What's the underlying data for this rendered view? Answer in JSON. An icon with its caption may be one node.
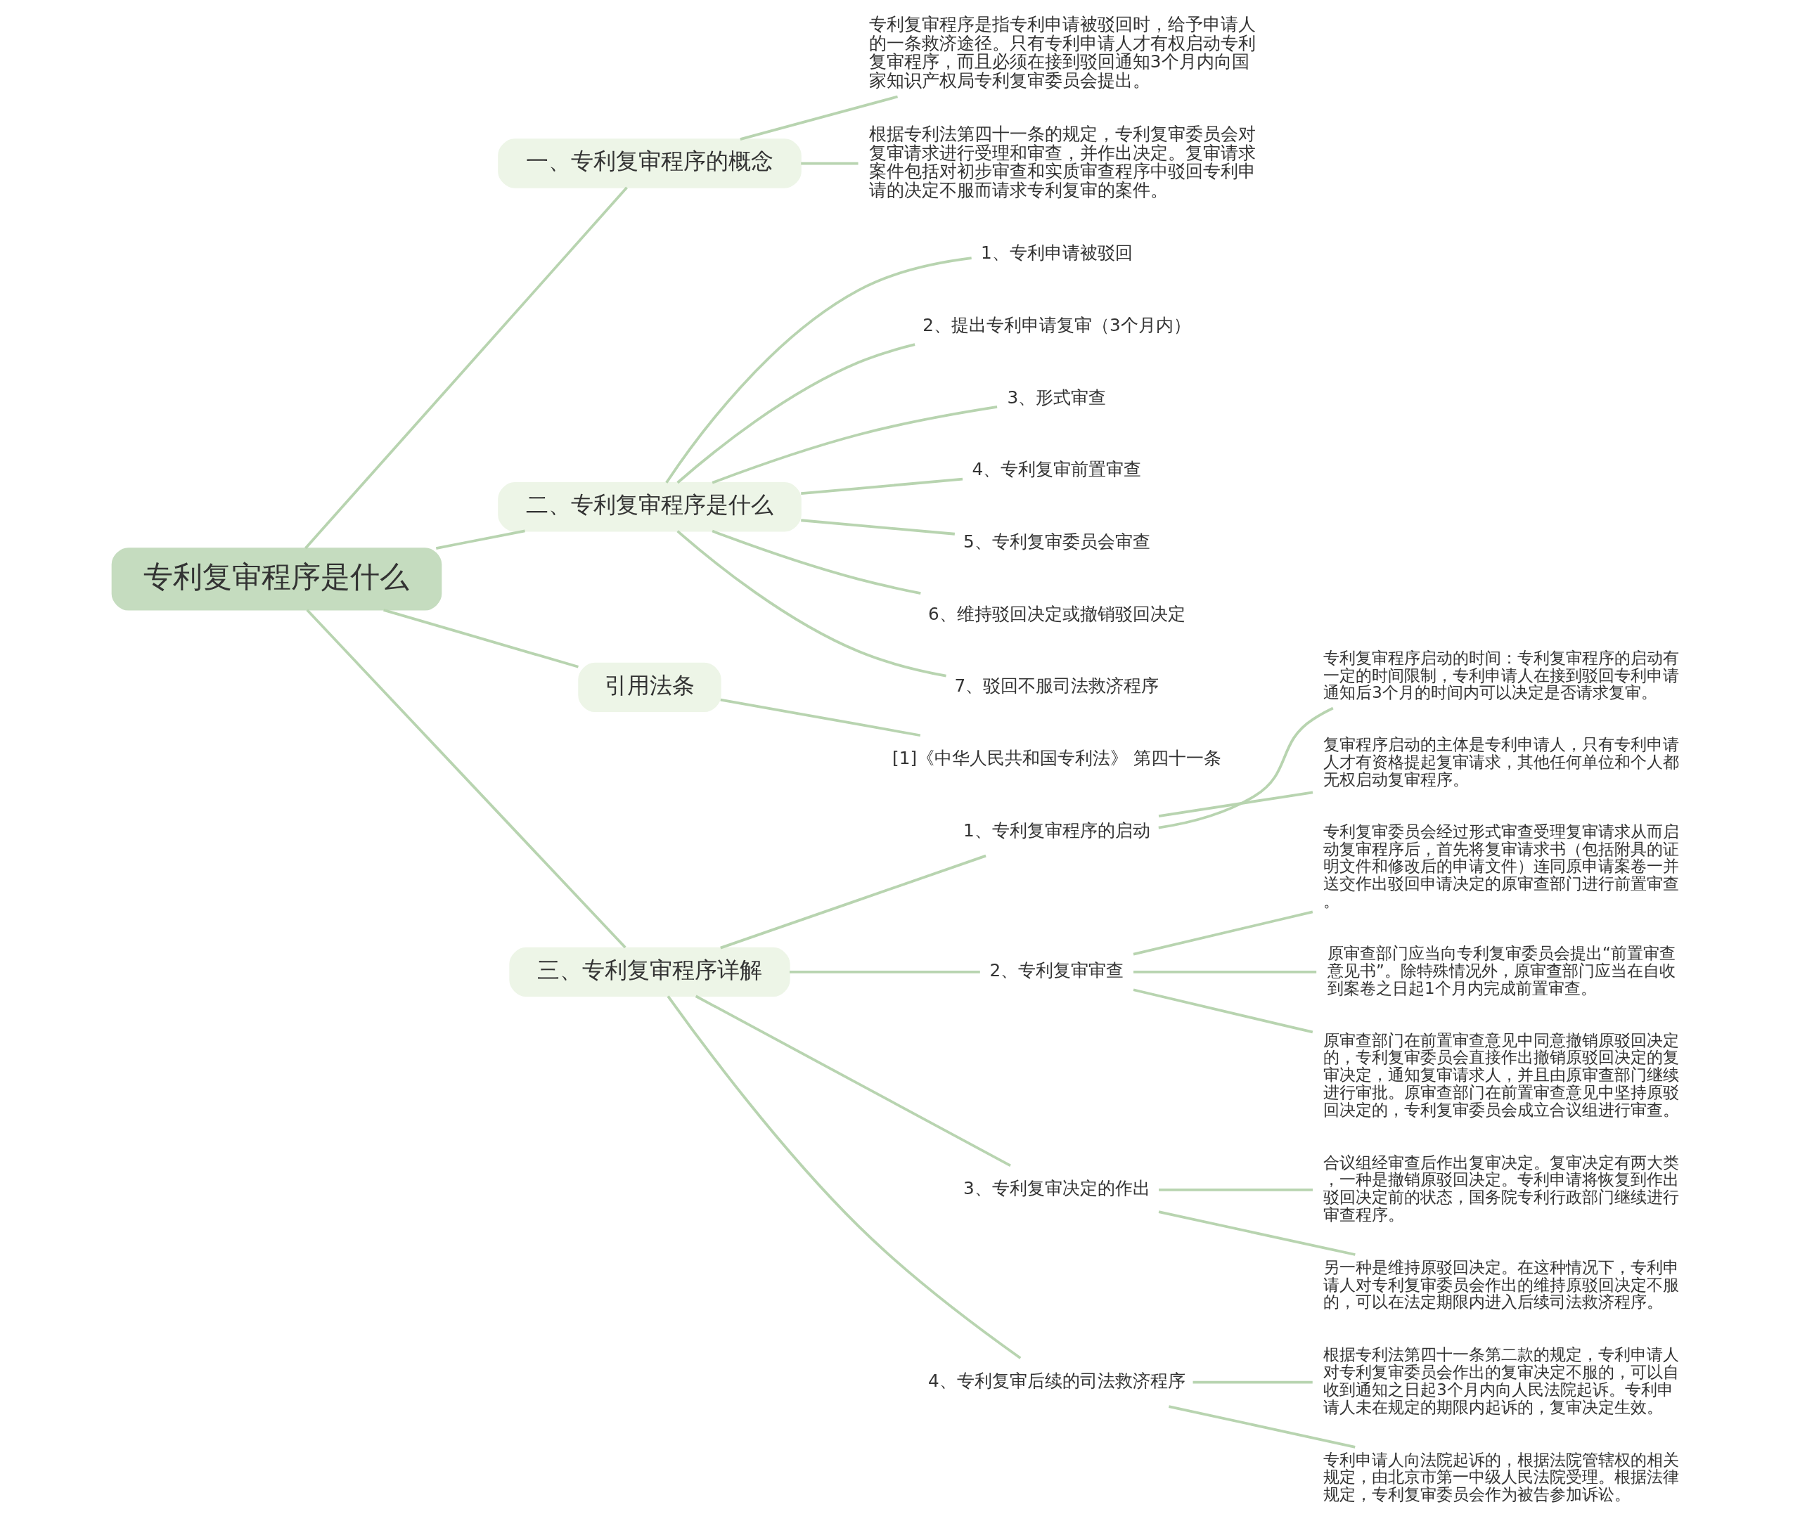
{
  "diagram": {
    "nodes": [
      {
        "text": [
          "专利复审程序是什么"
        ]
      },
      {
        "text": [
          "一、专利复审程序的概念"
        ]
      },
      {
        "text": [
          "专利复审程序是指专利申请被驳回时，给予申请人的一条救济途径。只有专利申请人才有权启动专利复审程序，而且必须在接到驳回通知3个月内向国家知识产权局专利复审委员会提出。"
        ]
      },
      {
        "text": [
          "根据专利法第四十一条的规定，专利复审委员会对复审请求进行受理和审查，并作出决定。复审请求案件包括对初步审查和实质审查程序中驳回专利申请的决定不服而请求专利复审的案件。"
        ]
      },
      {
        "text": [
          "二、专利复审程序是什么"
        ]
      },
      {
        "text": [
          "1、专利申请被驳回"
        ]
      },
      {
        "text": [
          "2、提出专利申请复审（3个月内）"
        ]
      },
      {
        "text": [
          "3、形式审查"
        ]
      },
      {
        "text": [
          "4、专利复审前置审查"
        ]
      },
      {
        "text": [
          "5、专利复审委员会审查"
        ]
      },
      {
        "text": [
          "6、维持驳回决定或撤销驳回决定"
        ]
      },
      {
        "text": [
          "7、驳回不服司法救济程序"
        ]
      },
      {
        "text": [
          "引用法条"
        ]
      },
      {
        "text": [
          "[1]《中华人民共和国专利法》 第四十一条"
        ]
      },
      {
        "text": [
          "三、专利复审程序详解"
        ]
      },
      {
        "text": [
          "1、专利复审程序的启动"
        ]
      },
      {
        "text": [
          "专利复审程序启动的时间：专利复审程序的启动有一定的时间限制，专利申请人在接到驳回专利申请通知后3个月的时间内可以决定是否请求复审。"
        ]
      },
      {
        "text": [
          "复审程序启动的主体是专利申请人，只有专利申请人才有资格提起复审请求，其他任何单位和个人都无权启动复审程序。"
        ]
      },
      {
        "text": [
          "2、专利复审审查"
        ]
      },
      {
        "text": [
          "专利复审委员会经过形式审查受理复审请求从而启动复审程序后，首先将复审请求书（包括附具的证明文件和修改后的申请文件）连同原申请案卷一并送交作出驳回申请决定的原审查部门进行前置审查。"
        ]
      },
      {
        "text": [
          "原审查部门应当向专利复审委员会提出“前置审查意见书”。除特殊情况外，原审查部门应当在自收到案卷之日起1个月内完成前置审查。"
        ]
      },
      {
        "text": [
          "原审查部门在前置审查意见中同意撤销原驳回决定的，专利复审委员会直接作出撤销原驳回决定的复审决定，通知复审请求人，并且由原审查部门继续进行审批。原审查部门在前置审查意见中坚持原驳回决定的，专利复审委员会成立合议组进行审查。"
        ]
      },
      {
        "text": [
          "3、专利复审决定的作出"
        ]
      },
      {
        "text": [
          "合议组经审查后作出复审决定。复审决定有两大类，一种是撤销原驳回决定。专利申请将恢复到作出驳回决定前的状态，国务院专利行政部门继续进行审查程序。"
        ]
      },
      {
        "text": [
          "另一种是维持原驳回决定。在这种情况下，专利申请人对专利复审委员会作出的维持原驳回决定不服的，可以在法定期限内进入后续司法救济程序。"
        ]
      },
      {
        "text": [
          "4、专利复审后续的司法救济程序"
        ]
      },
      {
        "text": [
          "根据专利法第四十一条第二款的规定，专利申请人对专利复审委员会作出的复审决定不服的，可以自收到通知之日起3个月内向人民法院起诉。专利申请人未在规定的期限内起诉的，复审决定生效。"
        ]
      },
      {
        "text": [
          "专利申请人向法院起诉的，根据法院管辖权的相关规定，由北京市第一中级人民法院受理。根据法律规定，专利复审委员会作为被告参加诉讼。"
        ]
      }
    ],
    "edges": [
      {
        "from": 0,
        "to": 1,
        "arrow": "none"
      },
      {
        "from": 1,
        "to": 2,
        "arrow": "none"
      },
      {
        "from": 1,
        "to": 3,
        "arrow": "none"
      },
      {
        "from": 0,
        "to": 4,
        "arrow": "none"
      },
      {
        "from": 4,
        "to": 5,
        "arrow": "none"
      },
      {
        "from": 4,
        "to": 6,
        "arrow": "none"
      },
      {
        "from": 4,
        "to": 7,
        "arrow": "none"
      },
      {
        "from": 4,
        "to": 8,
        "arrow": "none"
      },
      {
        "from": 4,
        "to": 9,
        "arrow": "none"
      },
      {
        "from": 4,
        "to": 10,
        "arrow": "none"
      },
      {
        "from": 4,
        "to": 11,
        "arrow": "none"
      },
      {
        "from": 0,
        "to": 12,
        "arrow": "none"
      },
      {
        "from": 12,
        "to": 13,
        "arrow": "none"
      },
      {
        "from": 0,
        "to": 14,
        "arrow": "none"
      },
      {
        "from": 14,
        "to": 15,
        "arrow": "none"
      },
      {
        "from": 15,
        "to": 16,
        "arrow": "none"
      },
      {
        "from": 15,
        "to": 17,
        "arrow": "none"
      },
      {
        "from": 14,
        "to": 18,
        "arrow": "none"
      },
      {
        "from": 18,
        "to": 19,
        "arrow": "none"
      },
      {
        "from": 18,
        "to": 20,
        "arrow": "none"
      },
      {
        "from": 18,
        "to": 21,
        "arrow": "none"
      },
      {
        "from": 14,
        "to": 22,
        "arrow": "none"
      },
      {
        "from": 22,
        "to": 23,
        "arrow": "none"
      },
      {
        "from": 22,
        "to": 24,
        "arrow": "none"
      },
      {
        "from": 14,
        "to": 25,
        "arrow": "none"
      },
      {
        "from": 25,
        "to": 26,
        "arrow": "none"
      },
      {
        "from": 25,
        "to": 27,
        "arrow": "none"
      }
    ]
  }
}
